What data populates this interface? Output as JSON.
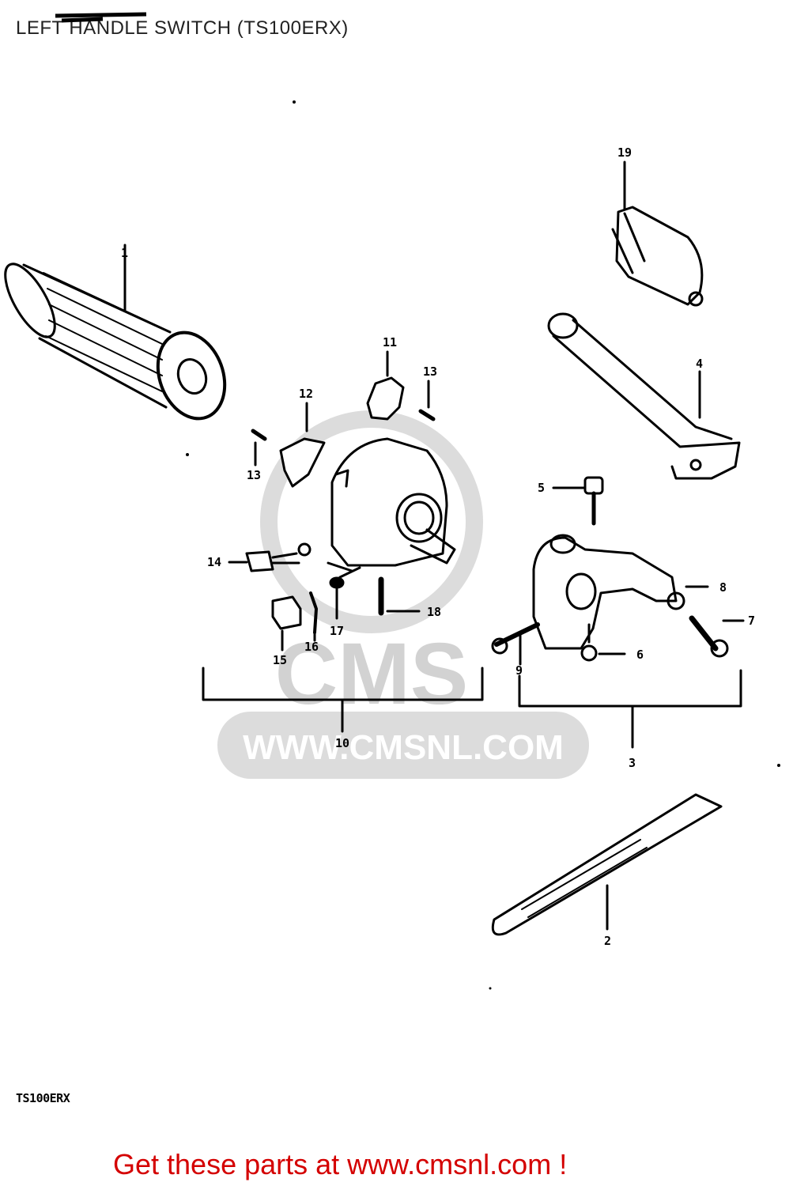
{
  "title": "LEFT HANDLE SWITCH (TS100ERX)",
  "model_code": "TS100ERX",
  "watermark": {
    "brand": "CMS",
    "url": "WWW.CMSNL.COM"
  },
  "callouts": {
    "c1": "1",
    "c2": "2",
    "c3": "3",
    "c4": "4",
    "c5": "5",
    "c6": "6",
    "c7": "7",
    "c8": "8",
    "c9": "9",
    "c10": "10",
    "c11": "11",
    "c12": "12",
    "c13a": "13",
    "c13b": "13",
    "c14": "14",
    "c15": "15",
    "c16": "16",
    "c17": "17",
    "c18": "18",
    "c19": "19"
  },
  "footer": {
    "link_text": "Get these parts at www.cmsnl.com !"
  },
  "colors": {
    "link": "#d40000",
    "line": "#000000",
    "watermark": "#d8d8d8"
  }
}
